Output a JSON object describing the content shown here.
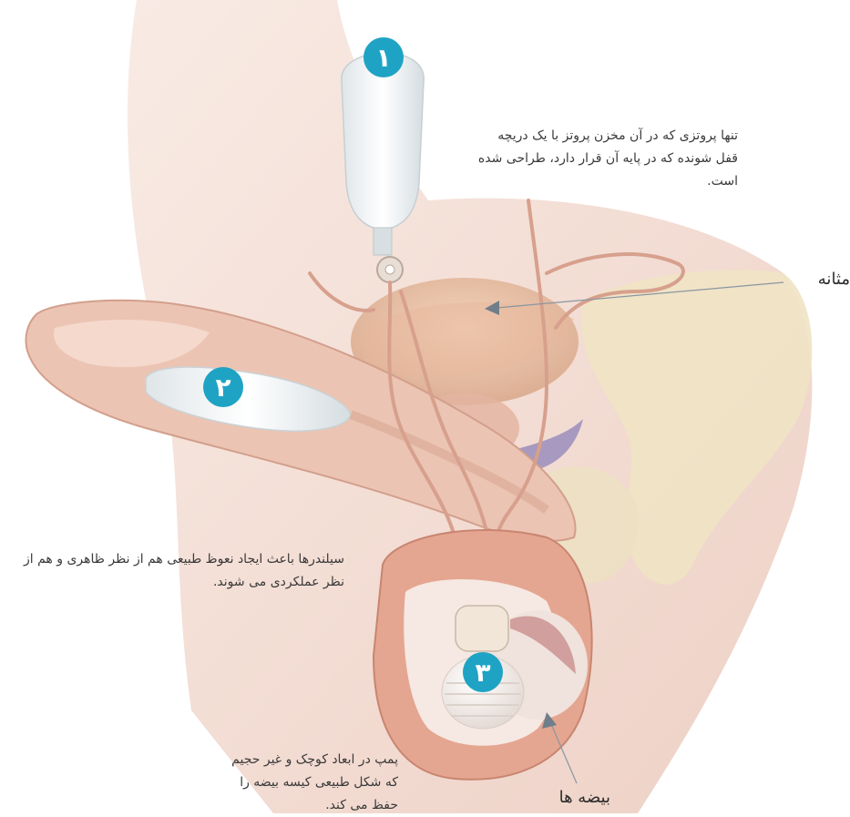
{
  "captions": {
    "reservoir": "تنها پروتزی که در آن مخزن پروتز با یک دریچه قفل شونده که در پایه آن قرار دارد، طراحی شده است.",
    "cylinders": "سیلندرها باعث ایجاد نعوظ طبیعی هم از نظر ظاهری و هم از نظر عملکردی می شوند.",
    "pump": "پمپ در ابعاد کوچک و غیر حجیم که شکل طبیعی کیسه بیضه را حفظ می کند."
  },
  "labels": {
    "bladder": "مثانه",
    "testicles": "بیضه ها"
  },
  "badges": [
    "۱",
    "۲",
    "۳"
  ],
  "colors": {
    "badge": "#1fa3c4",
    "skin": "#f1d6c9",
    "tissue": "#d9a593",
    "bone": "#efe3c4",
    "device": "#f4f6f7"
  }
}
